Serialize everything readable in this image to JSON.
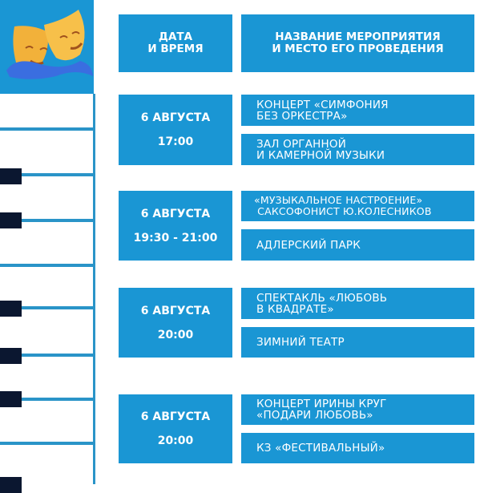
{
  "logo": {
    "name": "theater-masks-logo",
    "accent": "#1a96d4"
  },
  "header": {
    "date_col": [
      "ДАТА",
      "И ВРЕМЯ"
    ],
    "event_col": [
      "НАЗВАНИЕ МЕРОПРИЯТИЯ",
      "И МЕСТО ЕГО ПРОВЕДЕНИЯ"
    ]
  },
  "events": [
    {
      "date": "6 АВГУСТА",
      "time": "17:00",
      "title": [
        "КОНЦЕРТ «СИМФОНИЯ",
        "БЕЗ ОРКЕСТРА»"
      ],
      "place": [
        "ЗАЛ ОРГАННОЙ",
        "И КАМЕРНОЙ МУЗЫКИ"
      ]
    },
    {
      "date": "6 АВГУСТА",
      "time": "19:30 - 21:00",
      "title": [
        "«МУЗЫКАЛЬНОЕ НАСТРОЕНИЕ»",
        " САКСОФОНИСТ Ю.КОЛЕСНИКОВ"
      ],
      "place": [
        "АДЛЕРСКИЙ ПАРК"
      ]
    },
    {
      "date": "6 АВГУСТА",
      "time": "20:00",
      "title": [
        "СПЕКТАКЛЬ «ЛЮБОВЬ",
        "В КВАДРАТЕ»"
      ],
      "place": [
        "ЗИМНИЙ ТЕАТР"
      ]
    },
    {
      "date": "6 АВГУСТА",
      "time": "20:00",
      "title": [
        "КОНЦЕРТ ИРИНЫ КРУГ",
        "«ПОДАРИ ЛЮБОВЬ»"
      ],
      "place": [
        "КЗ «ФЕСТИВАЛЬНЫЙ»"
      ]
    }
  ]
}
